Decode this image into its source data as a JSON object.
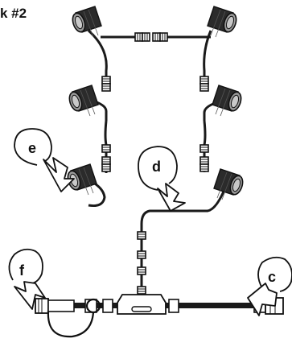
{
  "title": "k #2",
  "callouts": {
    "e": "e",
    "d": "d",
    "f": "f",
    "c": "c"
  },
  "colors": {
    "cable": "#1a1a1a",
    "light_body": "#2a2a2a",
    "light_face": "#8a8a8a",
    "connector": "#ffffff"
  }
}
